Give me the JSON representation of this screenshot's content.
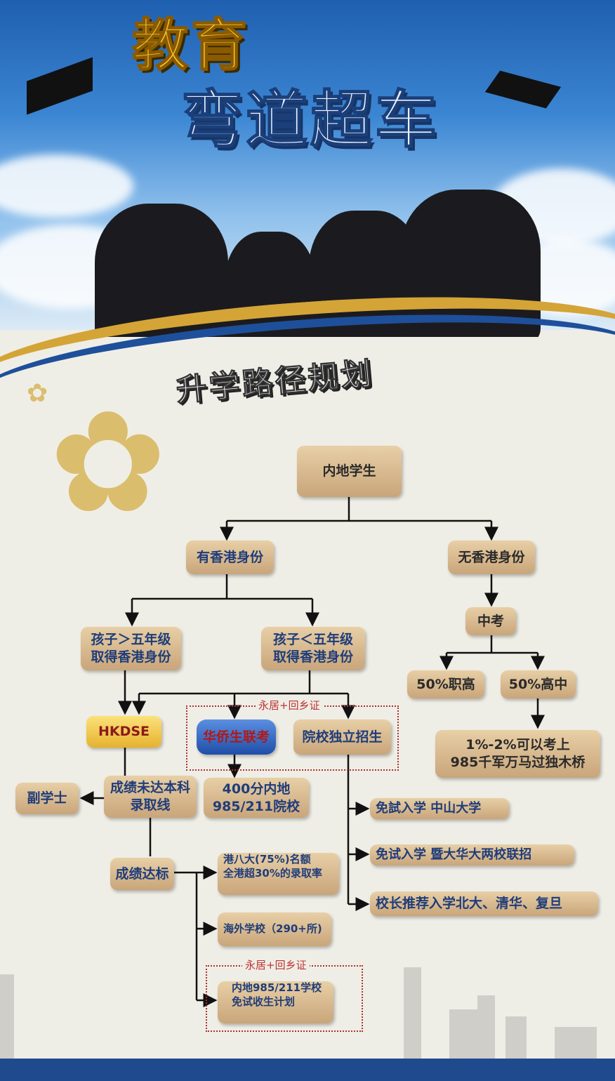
{
  "header": {
    "title_line1": "教育",
    "title_line2": "弯道超车",
    "banner": "升学路径规划"
  },
  "flow": {
    "root": "内地学生",
    "has_hk": "有香港身份",
    "no_hk": "无香港身份",
    "child_gt5": [
      "孩子＞五年级",
      "取得香港身份"
    ],
    "child_lt5": [
      "孩子＜五年级",
      "取得香港身份"
    ],
    "zhongkao": "中考",
    "vocational": "50%职高",
    "highschool": "50%高中",
    "odds": [
      "1%-2%可以考上",
      "985千军万马过独木桥"
    ],
    "hkdse": "HKDSE",
    "overseas_exam": "华侨生联考",
    "independent": "院校独立招生",
    "permit_label": "永居+回乡证",
    "below_line": [
      "成绩未达本科",
      "录取线"
    ],
    "associate": "副学士",
    "score400": [
      "400分内地",
      "985/211院校"
    ],
    "zsu": "免試入学 中山大学",
    "jinan": "免试入学 暨大华大两校联招",
    "principal": "校长推荐入学北大、清华、复旦",
    "qualified": "成绩达标",
    "hk8": [
      "港八大(75%)名额",
      "全港超30%的录取率"
    ],
    "overseas_schools": "海外学校（290+所)",
    "permit_label2": "永居+回乡证",
    "mainland985": [
      "内地985/211学校",
      "免试收生计划"
    ]
  }
}
